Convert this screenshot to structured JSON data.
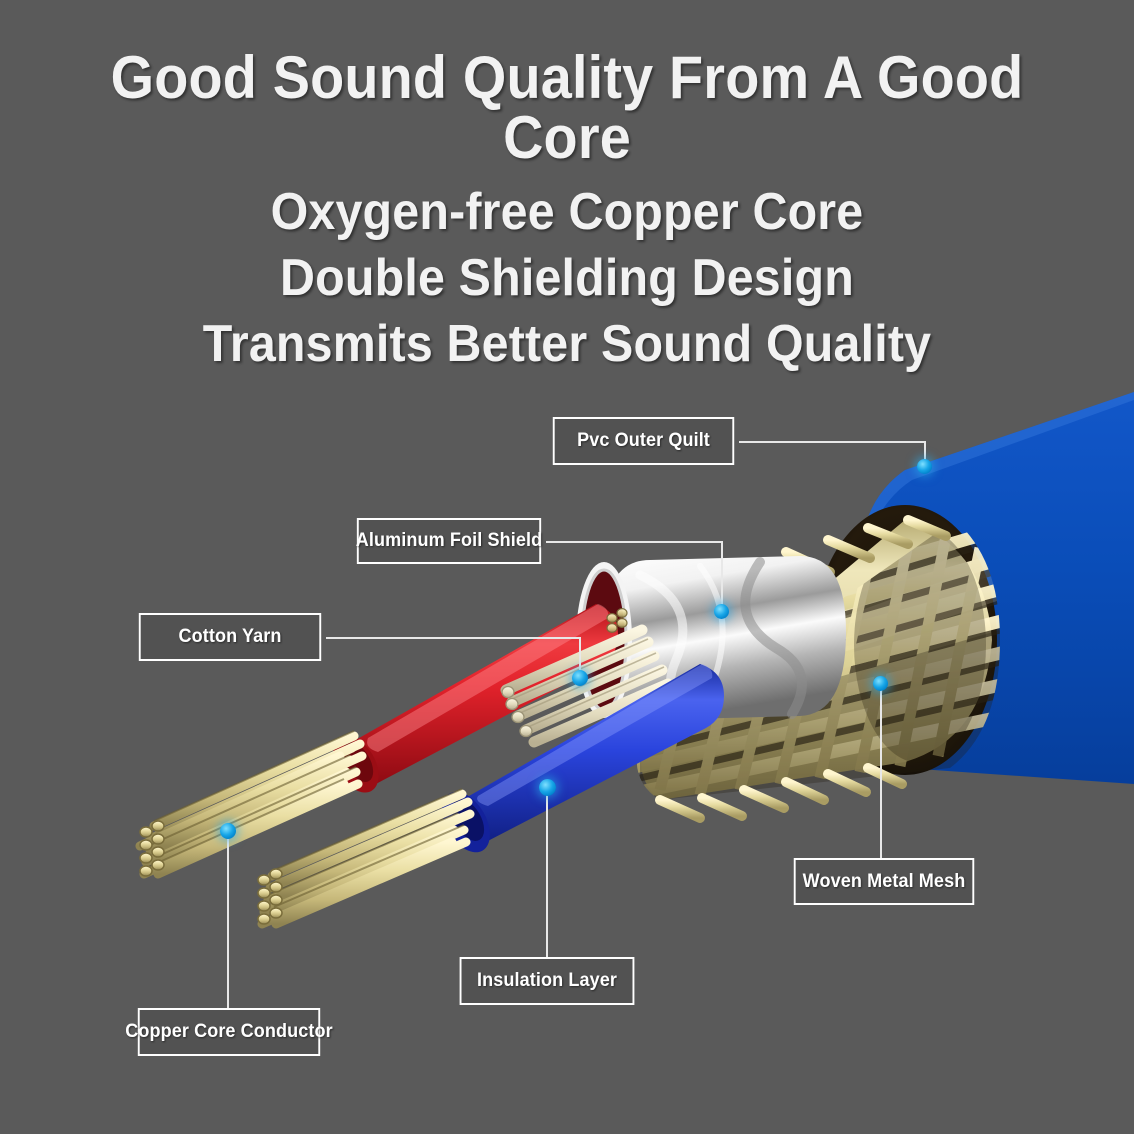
{
  "background_color": "#5a5a5a",
  "accent_dot_color": "#18a6e8",
  "headings": {
    "line1": "Good Sound Quality From A Good Core",
    "line2": "Oxygen-free Copper Core",
    "line3": "Double Shielding Design",
    "line4": "Transmits Better Sound Quality"
  },
  "callouts": [
    {
      "id": "pvc-outer-quilt",
      "label": "Pvc Outer Quilt"
    },
    {
      "id": "aluminum-foil-shield",
      "label": "Aluminum Foil Shield"
    },
    {
      "id": "cotton-yarn",
      "label": "Cotton Yarn"
    },
    {
      "id": "woven-metal-mesh",
      "label": "Woven Metal Mesh"
    },
    {
      "id": "insulation-layer",
      "label": "Insulation Layer"
    },
    {
      "id": "copper-core-conductor",
      "label": "Copper Core Conductor"
    }
  ],
  "colors": {
    "pvc_jacket": "#0a4db8",
    "braid_gold": "#d8cf93",
    "foil_silver": "#e9e9e9",
    "wire_red": "#d81f27",
    "wire_blue": "#2340c8",
    "copper_strand": "#e6d9a0",
    "cotton_yarn": "#e2dcc4",
    "label_border": "#ffffff",
    "leader_line": "#e8e8e8"
  }
}
